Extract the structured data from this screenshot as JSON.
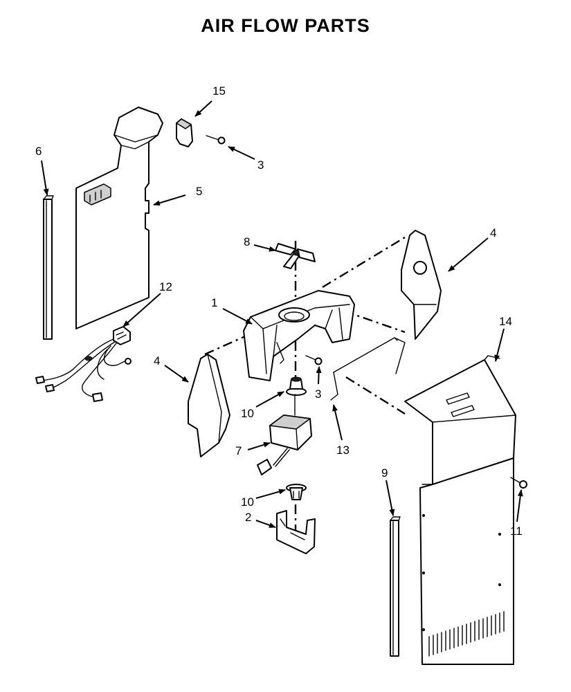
{
  "title": "AIR FLOW PARTS",
  "callouts": {
    "c1": "1",
    "c2": "2",
    "c3a": "3",
    "c3b": "3",
    "c4a": "4",
    "c4b": "4",
    "c5": "5",
    "c6": "6",
    "c7": "7",
    "c8": "8",
    "c9": "9",
    "c10a": "10",
    "c10b": "10",
    "c11": "11",
    "c12": "12",
    "c13": "13",
    "c14": "14",
    "c15": "15"
  }
}
